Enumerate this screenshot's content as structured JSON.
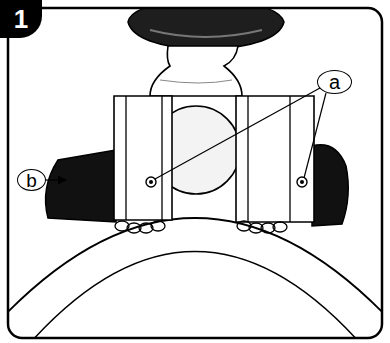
{
  "diagram": {
    "nodes": [
      {
        "text": [
          "1"
        ]
      },
      {
        "text": [
          "a"
        ]
      },
      {
        "text": [
          "b"
        ]
      }
    ]
  }
}
